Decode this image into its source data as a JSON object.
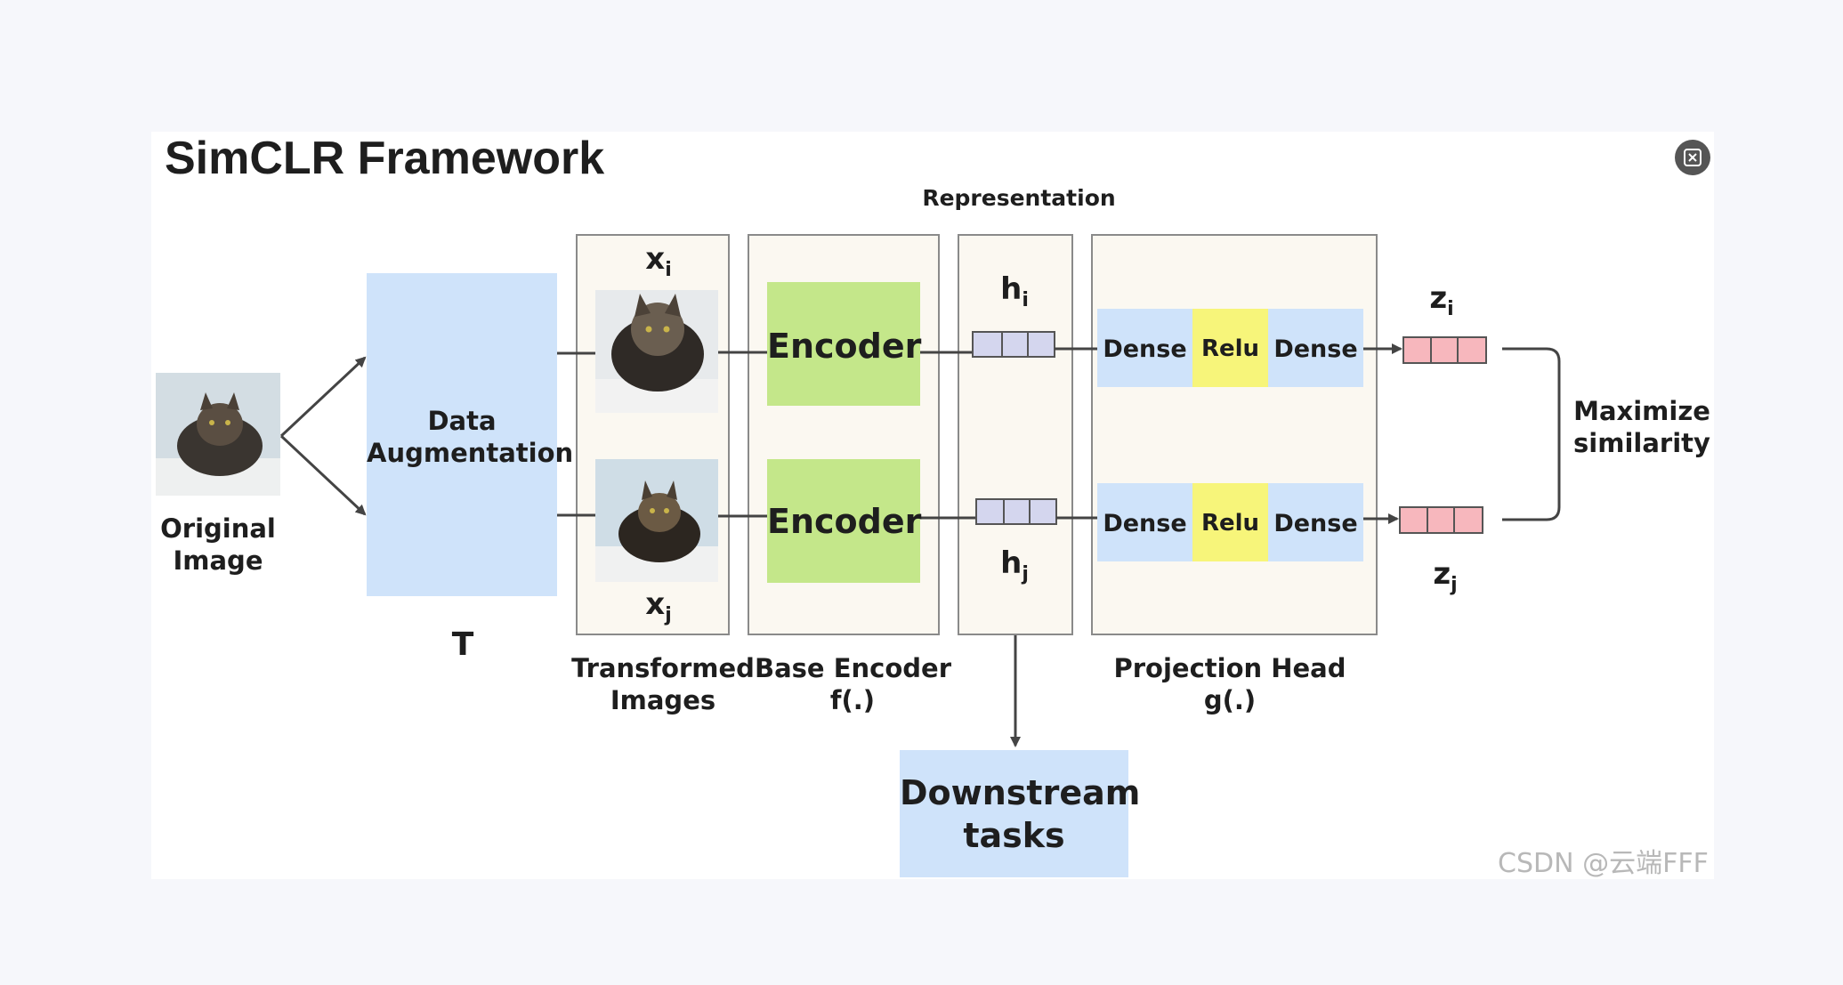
{
  "title": "SimCLR Framework",
  "watermark": "CSDN @云端FFF",
  "labels": {
    "representation": "Representation",
    "original_image_line1": "Original",
    "original_image_line2": "Image",
    "data_augmentation_line1": "Data",
    "data_augmentation_line2": "Augmentation",
    "T": "T",
    "xi": "x",
    "xi_sub": "i",
    "xj": "x",
    "xj_sub": "j",
    "hi": "h",
    "hi_sub": "i",
    "hj": "h",
    "hj_sub": "j",
    "zi": "z",
    "zi_sub": "i",
    "zj": "z",
    "zj_sub": "j",
    "encoder_top": "Encoder",
    "encoder_bottom": "Encoder",
    "dense": "Dense",
    "relu": "Relu",
    "transformed_line1": "Transformed",
    "transformed_line2": "Images",
    "base_encoder_line1": "Base Encoder",
    "base_encoder_line2": "f(.)",
    "projection_line1": "Projection Head",
    "projection_line2": "g(.)",
    "maximize_line1": "Maximize",
    "maximize_line2": "similarity",
    "downstream_line1": "Downstream",
    "downstream_line2": "tasks"
  },
  "icons": {
    "expand": "expand-icon"
  },
  "colors": {
    "augmentation_box": "#cfe3fa",
    "encoder_box": "#c4e78a",
    "relu_box": "#f7f57a",
    "h_vector": "#d4d6ee",
    "z_vector": "#f7b7bd"
  }
}
